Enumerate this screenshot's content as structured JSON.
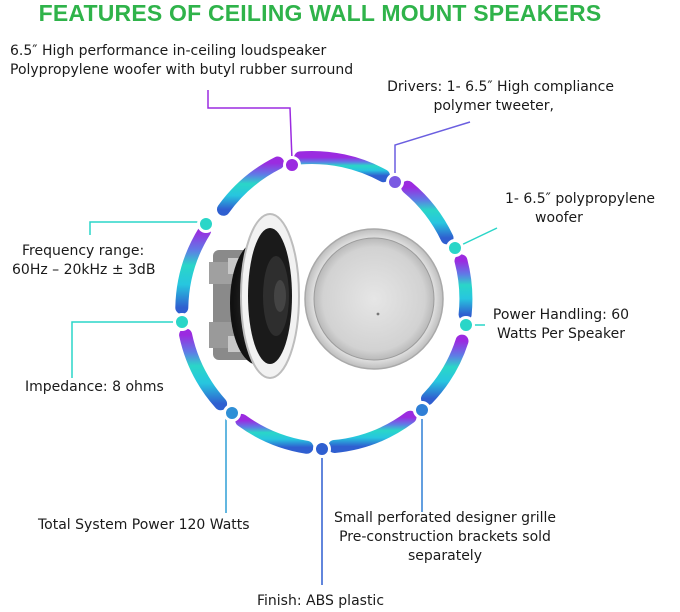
{
  "title": "FEATURES OF CEILING WALL MOUNT SPEAKERS",
  "features": {
    "loudspeaker": [
      "6.5″ High performance in-ceiling loudspeaker",
      "Polypropylene woofer with butyl rubber surround"
    ],
    "drivers": [
      "Drivers: 1- 6.5″ High compliance",
      "polymer tweeter,"
    ],
    "woofer": [
      "1- 6.5″ polypropylene",
      "woofer"
    ],
    "frequency": [
      "Frequency range:",
      "60Hz – 20kHz ± 3dB"
    ],
    "power_handling": [
      "Power Handling: 60",
      "Watts Per Speaker"
    ],
    "impedance": "Impedance: 8 ohms",
    "total_power": "Total System Power 120 Watts",
    "grille": [
      "Small perforated designer grille",
      "Pre-construction brackets sold",
      "separately"
    ],
    "finish": "Finish: ABS plastic"
  },
  "colors": {
    "title": "#2fb34a",
    "ring_purple": "#9b2be0",
    "ring_teal": "#2ad6c8",
    "ring_blue": "#2f6fd6"
  }
}
